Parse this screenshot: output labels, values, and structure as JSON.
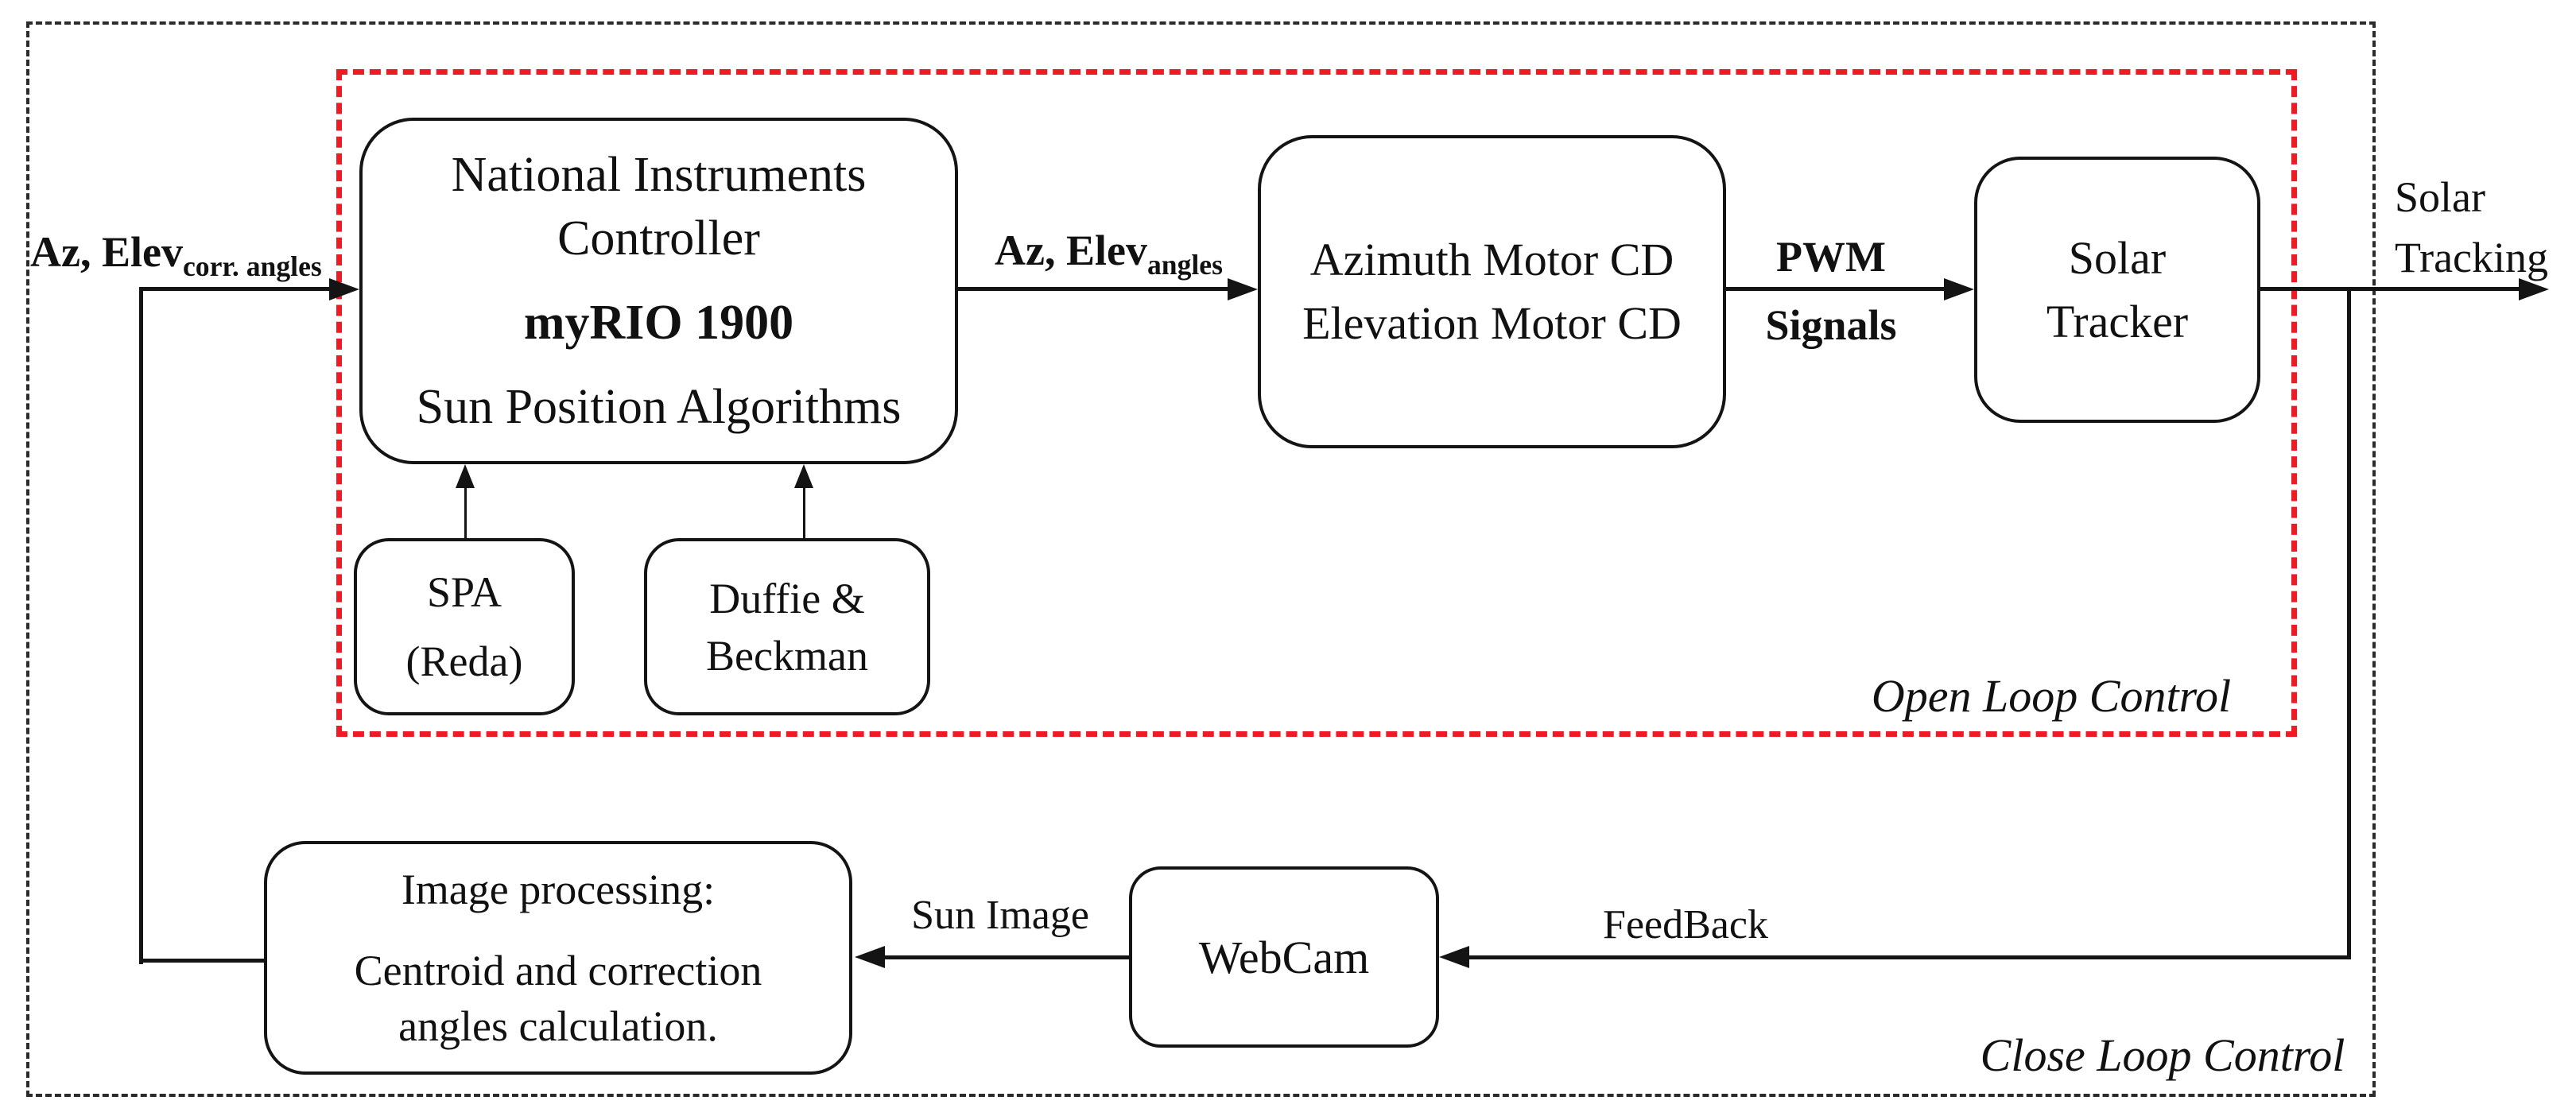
{
  "colors": {
    "accent_red": "#ed1c24",
    "ink": "#141414"
  },
  "regions": {
    "open_loop": {
      "label": "Open Loop Control"
    },
    "close_loop": {
      "label": "Close Loop Control"
    }
  },
  "blocks": {
    "controller": {
      "line1": "National Instruments",
      "line2": "Controller",
      "model": "myRIO 1900",
      "line3": "Sun Position Algorithms"
    },
    "spa": {
      "line1": "SPA",
      "line2": "(Reda)"
    },
    "duffie": {
      "line1": "Duffie &",
      "line2": "Beckman"
    },
    "motors": {
      "line1": "Azimuth Motor CD",
      "line2": "Elevation Motor CD"
    },
    "tracker": {
      "line1": "Solar",
      "line2": "Tracker"
    },
    "image_processing": {
      "line1": "Image processing:",
      "line2": "Centroid and correction",
      "line3": "angles calculation."
    },
    "webcam": {
      "label": "WebCam"
    }
  },
  "signals": {
    "corr_angles": {
      "main": "Az, Elev",
      "sub": "corr. angles"
    },
    "angles": {
      "main": "Az, Elev",
      "sub": "angles"
    },
    "pwm": {
      "line1": "PWM",
      "line2": "Signals"
    },
    "solar_tracking": {
      "line1": "Solar",
      "line2": "Tracking"
    },
    "sun_image": {
      "label": "Sun Image"
    },
    "feedback": {
      "label": "FeedBack"
    }
  }
}
